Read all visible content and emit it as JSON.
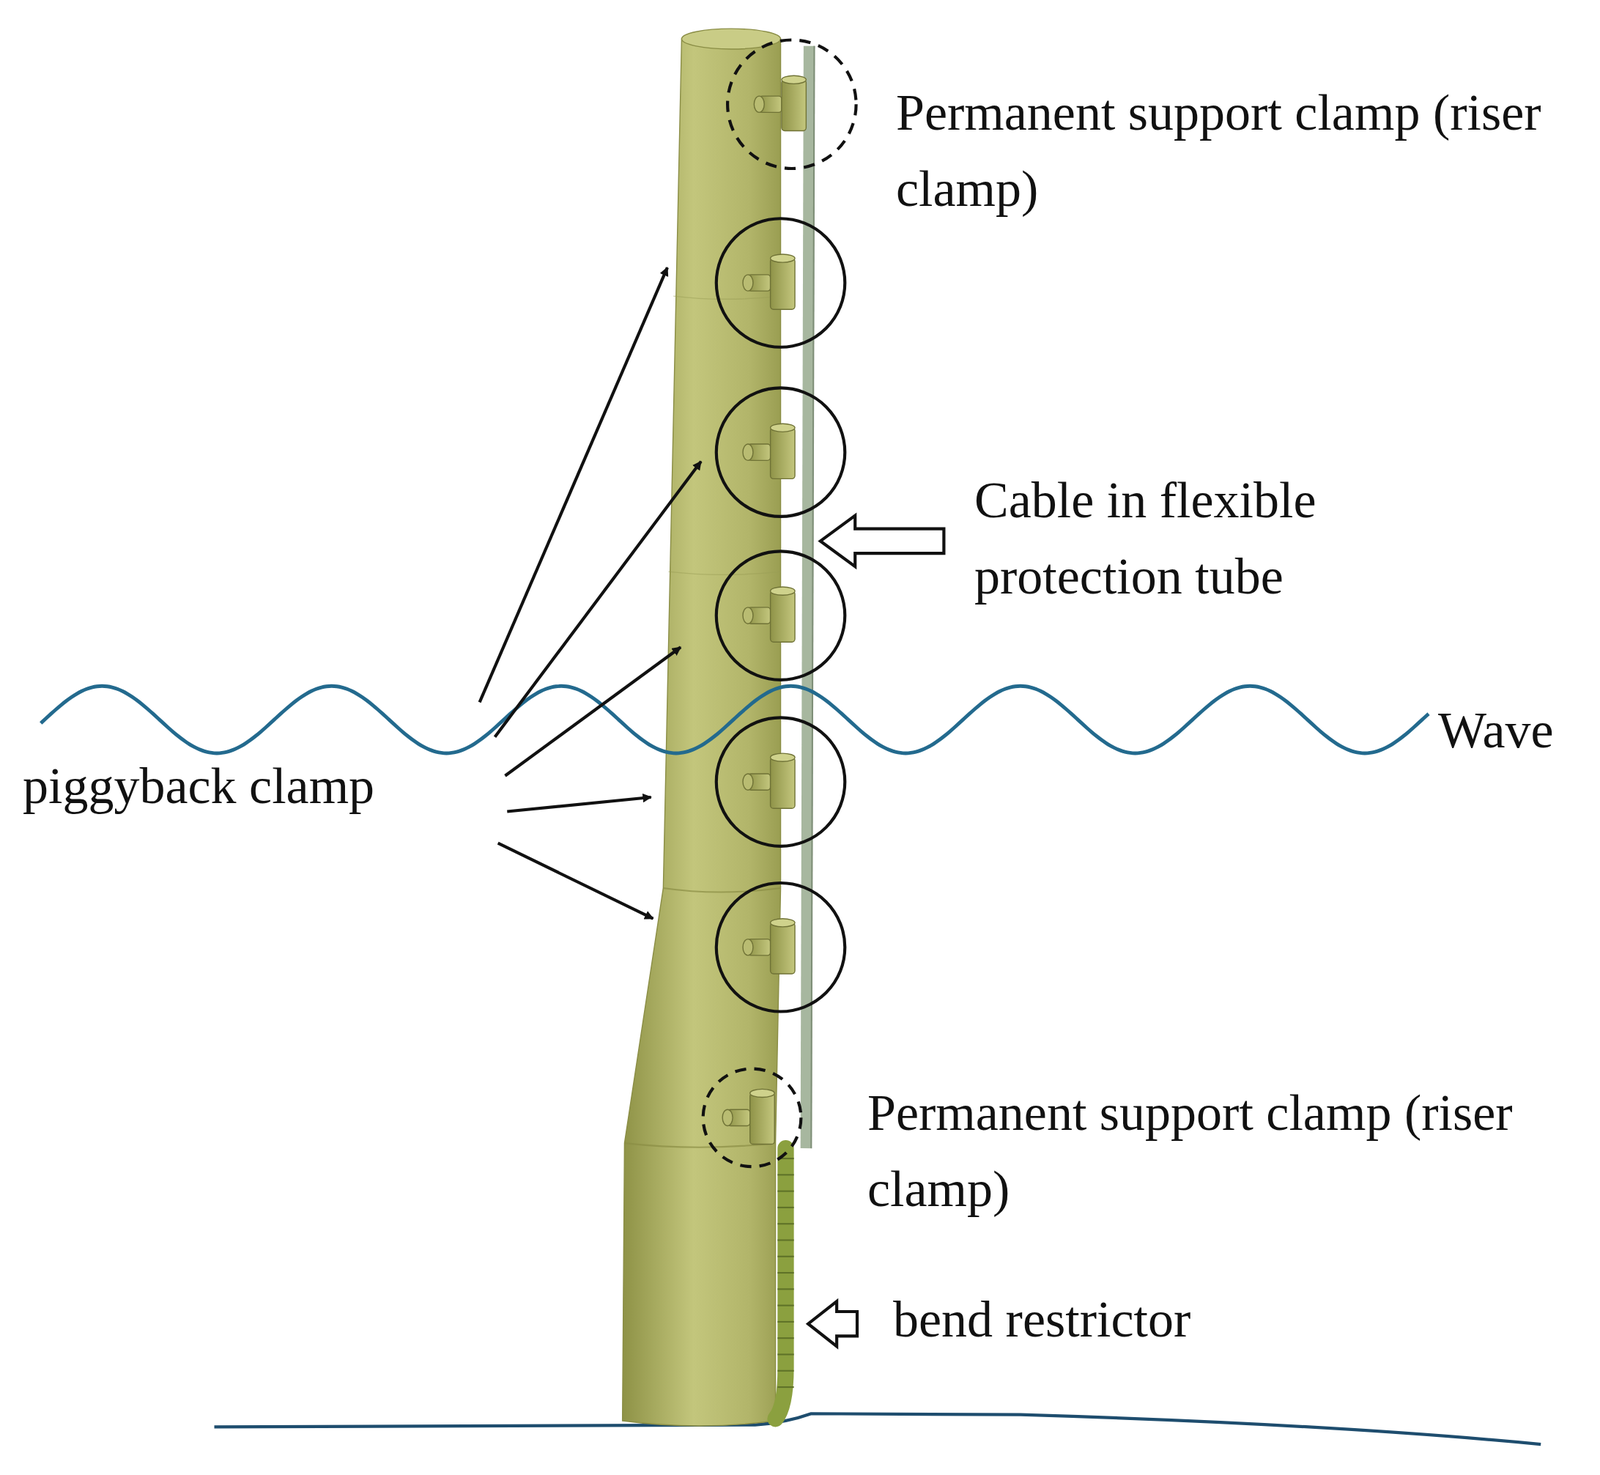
{
  "diagram": {
    "labels": [
      "Permanent support clamp (riser clamp)",
      "Cable in flexible protection tube",
      "Wave",
      "piggyback clamp",
      "Permanent support clamp (riser clamp)",
      "bend restrictor"
    ]
  }
}
